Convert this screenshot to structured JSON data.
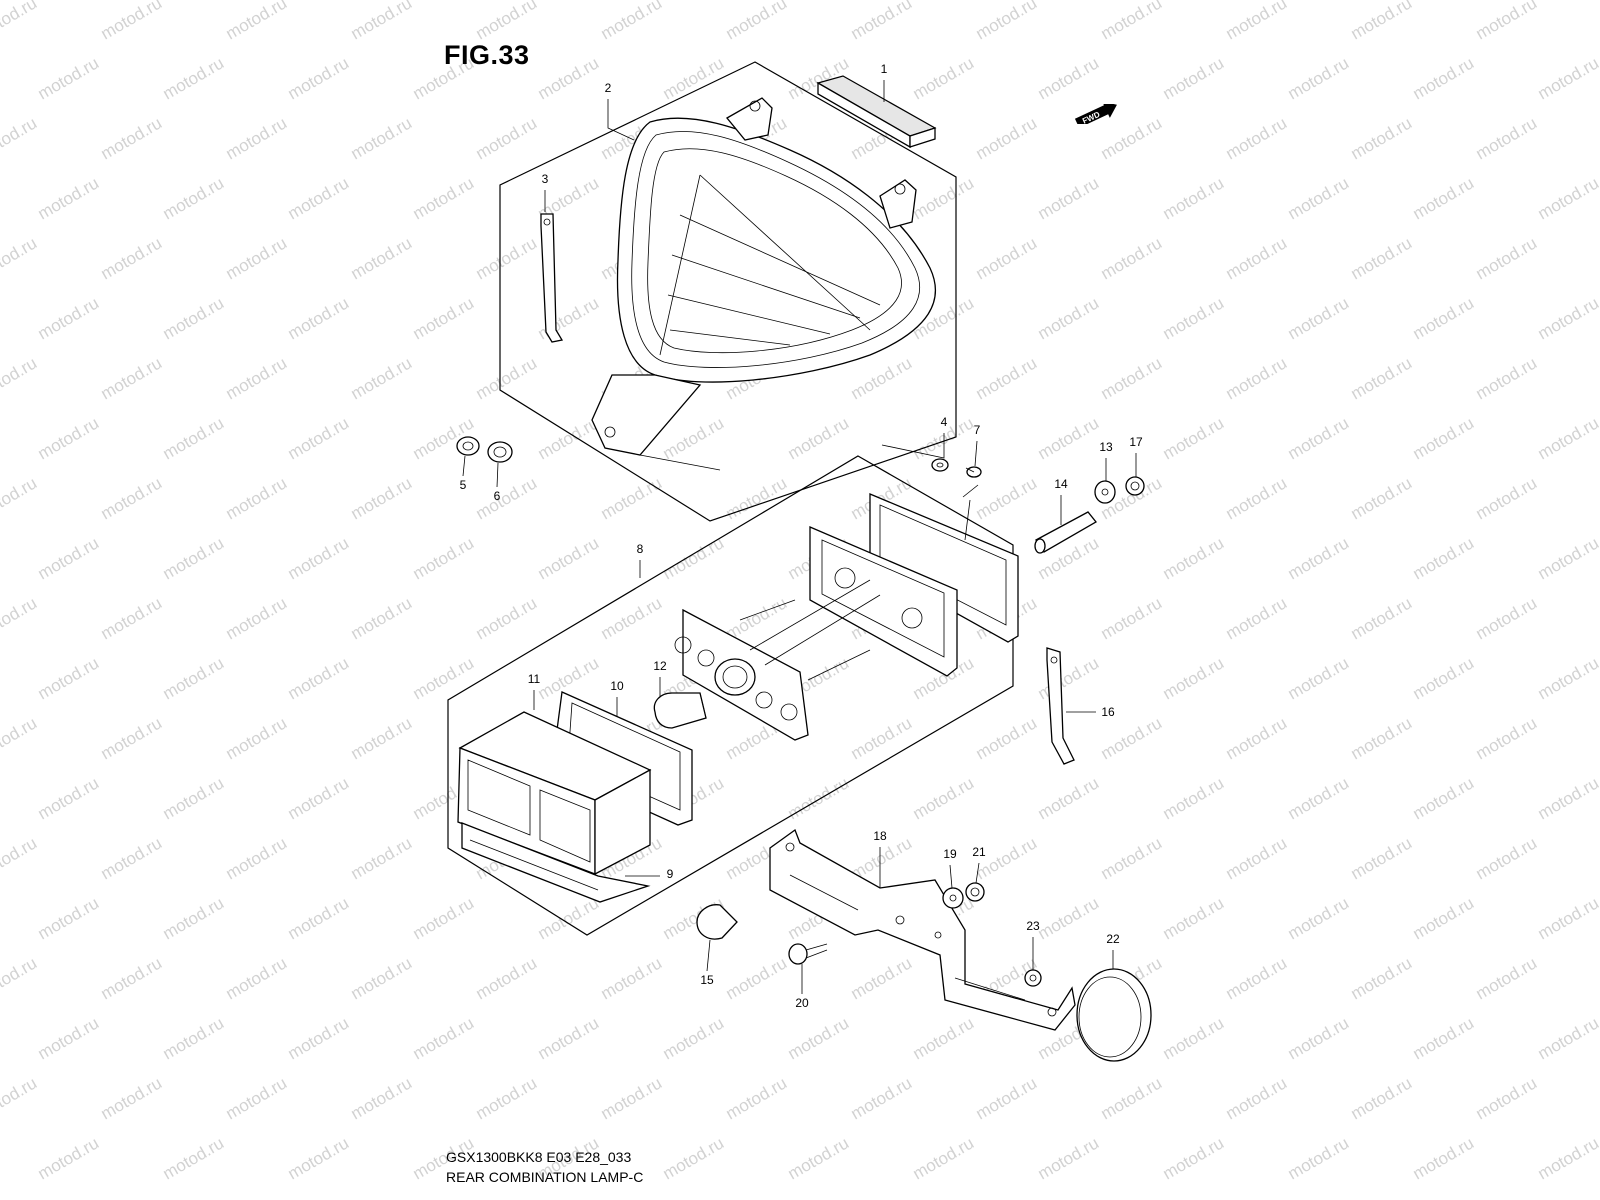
{
  "figure": {
    "title": "FIG.33",
    "fwd_label": "FWD",
    "model_code": "GSX1300BKK8 E03 E28_033",
    "name": "REAR COMBINATION LAMP-C"
  },
  "watermark": {
    "text": "motod.ru"
  },
  "callouts": [
    {
      "id": "c1",
      "label": "1"
    },
    {
      "id": "c2",
      "label": "2"
    },
    {
      "id": "c3",
      "label": "3"
    },
    {
      "id": "c4",
      "label": "4"
    },
    {
      "id": "c5",
      "label": "5"
    },
    {
      "id": "c6",
      "label": "6"
    },
    {
      "id": "c7",
      "label": "7"
    },
    {
      "id": "c8",
      "label": "8"
    },
    {
      "id": "c9",
      "label": "9"
    },
    {
      "id": "c10",
      "label": "10"
    },
    {
      "id": "c11",
      "label": "11"
    },
    {
      "id": "c12",
      "label": "12"
    },
    {
      "id": "c13",
      "label": "13"
    },
    {
      "id": "c14",
      "label": "14"
    },
    {
      "id": "c15",
      "label": "15"
    },
    {
      "id": "c16",
      "label": "16"
    },
    {
      "id": "c17",
      "label": "17"
    },
    {
      "id": "c18",
      "label": "18"
    },
    {
      "id": "c19",
      "label": "19"
    },
    {
      "id": "c20",
      "label": "20"
    },
    {
      "id": "c21",
      "label": "21"
    },
    {
      "id": "c22",
      "label": "22"
    },
    {
      "id": "c23",
      "label": "23"
    }
  ]
}
